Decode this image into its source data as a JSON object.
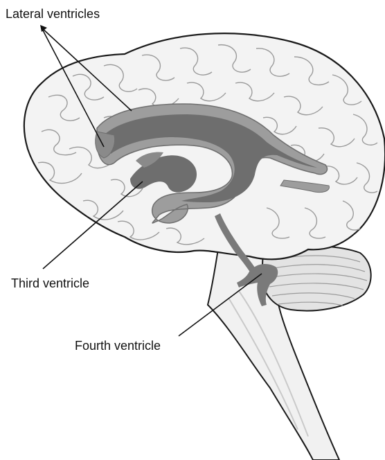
{
  "labels": {
    "lateral_ventricles": "Lateral ventricles",
    "third_ventricle": "Third ventricle",
    "fourth_ventricle": "Fourth ventricle"
  },
  "colors": {
    "brain_fill": "#f3f3f3",
    "brain_outline": "#1a1a1a",
    "sulci": "#9a9a9a",
    "ventricle_dark": "#6e6e6e",
    "ventricle_light": "#9d9d9d",
    "brainstem_fill": "#f1f1f1",
    "cerebellum_fill": "#e3e3e3",
    "leader_line": "#111111"
  }
}
